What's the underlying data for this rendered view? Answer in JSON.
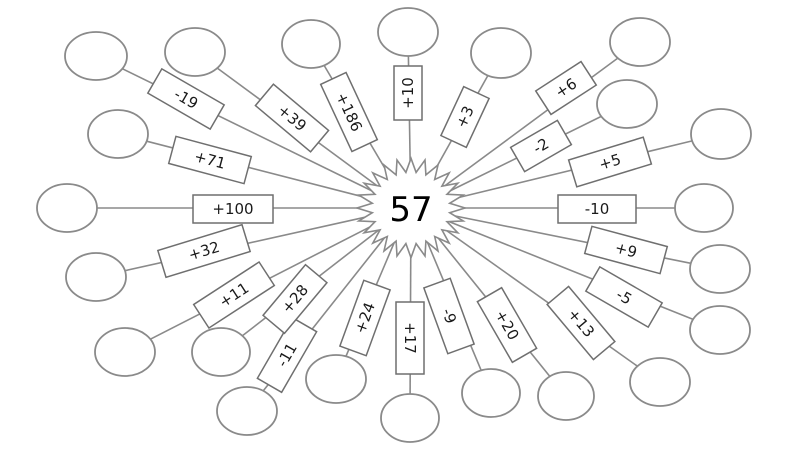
{
  "center": {
    "value": "57"
  },
  "spokes": [
    {
      "label": "+10"
    },
    {
      "label": "+3"
    },
    {
      "label": "+6"
    },
    {
      "label": "-2"
    },
    {
      "label": "+5"
    },
    {
      "label": "-10"
    },
    {
      "label": "+9"
    },
    {
      "label": "-5"
    },
    {
      "label": "+13"
    },
    {
      "label": "+20"
    },
    {
      "label": "-9"
    },
    {
      "label": "+17"
    },
    {
      "label": "+24"
    },
    {
      "label": "-11"
    },
    {
      "label": "+28"
    },
    {
      "label": "+11"
    },
    {
      "label": "+32"
    },
    {
      "label": "+100"
    },
    {
      "label": "+71"
    },
    {
      "label": "-19"
    },
    {
      "label": "+39"
    },
    {
      "label": "+186"
    }
  ]
}
